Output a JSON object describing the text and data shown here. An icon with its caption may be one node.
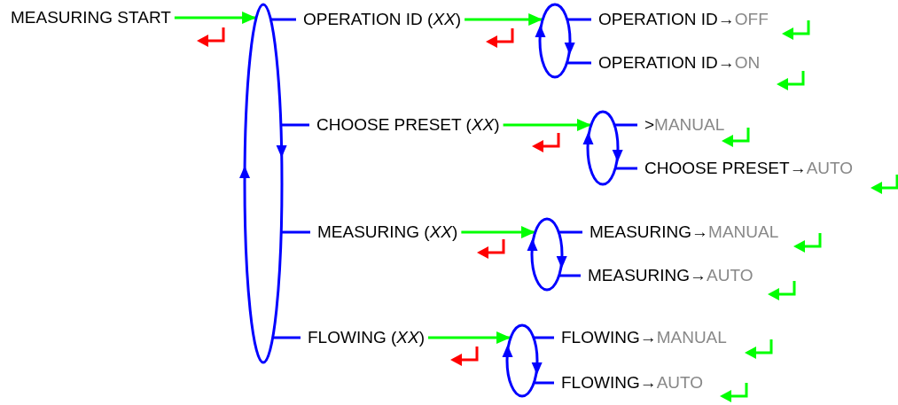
{
  "diagram": {
    "nodes": [
      {
        "text": [
          "MEASURING START"
        ]
      },
      {
        "text": [],
        "shape": "ellipse"
      },
      {
        "text": [
          "OPERATION ID (*XX*)"
        ]
      },
      {
        "text": [],
        "shape": "ellipse"
      },
      {
        "text": [
          "OPERATION ID→",
          "OFF"
        ]
      },
      {
        "text": [
          "OPERATION ID→",
          "ON"
        ]
      },
      {
        "text": [
          "CHOOSE PRESET (*XX*)"
        ]
      },
      {
        "text": [],
        "shape": "ellipse"
      },
      {
        "text": [
          ">",
          "MANUAL"
        ]
      },
      {
        "text": [
          "CHOOSE PRESET→",
          "AUTO"
        ]
      },
      {
        "text": [
          "MEASURING (*XX*)"
        ]
      },
      {
        "text": [],
        "shape": "ellipse"
      },
      {
        "text": [
          "MEASURING→",
          "MANUAL"
        ]
      },
      {
        "text": [
          "MEASURING→",
          "AUTO"
        ]
      },
      {
        "text": [
          "FLOWING (*XX*)"
        ]
      },
      {
        "text": [],
        "shape": "ellipse"
      },
      {
        "text": [
          "FLOWING→",
          "MANUAL"
        ]
      },
      {
        "text": [
          "FLOWING→",
          "AUTO"
        ]
      }
    ],
    "edges": [
      {
        "from": 0,
        "to": 1,
        "arrow": "to",
        "color": "#00ff00"
      },
      {
        "from": 1,
        "to": 2,
        "arrow": "none"
      },
      {
        "from": 1,
        "to": 6,
        "arrow": "none"
      },
      {
        "from": 1,
        "to": 10,
        "arrow": "none"
      },
      {
        "from": 1,
        "to": 14,
        "arrow": "none"
      },
      {
        "from": 2,
        "to": 3,
        "arrow": "to",
        "color": "#00ff00"
      },
      {
        "from": 3,
        "to": 4,
        "arrow": "none"
      },
      {
        "from": 3,
        "to": 5,
        "arrow": "none"
      },
      {
        "from": 6,
        "to": 7,
        "arrow": "to",
        "color": "#00ff00"
      },
      {
        "from": 7,
        "to": 8,
        "arrow": "none"
      },
      {
        "from": 7,
        "to": 9,
        "arrow": "none"
      },
      {
        "from": 10,
        "to": 11,
        "arrow": "to",
        "color": "#00ff00"
      },
      {
        "from": 11,
        "to": 12,
        "arrow": "none"
      },
      {
        "from": 11,
        "to": 13,
        "arrow": "none"
      },
      {
        "from": 14,
        "to": 15,
        "arrow": "to",
        "color": "#00ff00"
      },
      {
        "from": 15,
        "to": 16,
        "arrow": "none"
      },
      {
        "from": 15,
        "to": 17,
        "arrow": "none"
      }
    ]
  }
}
